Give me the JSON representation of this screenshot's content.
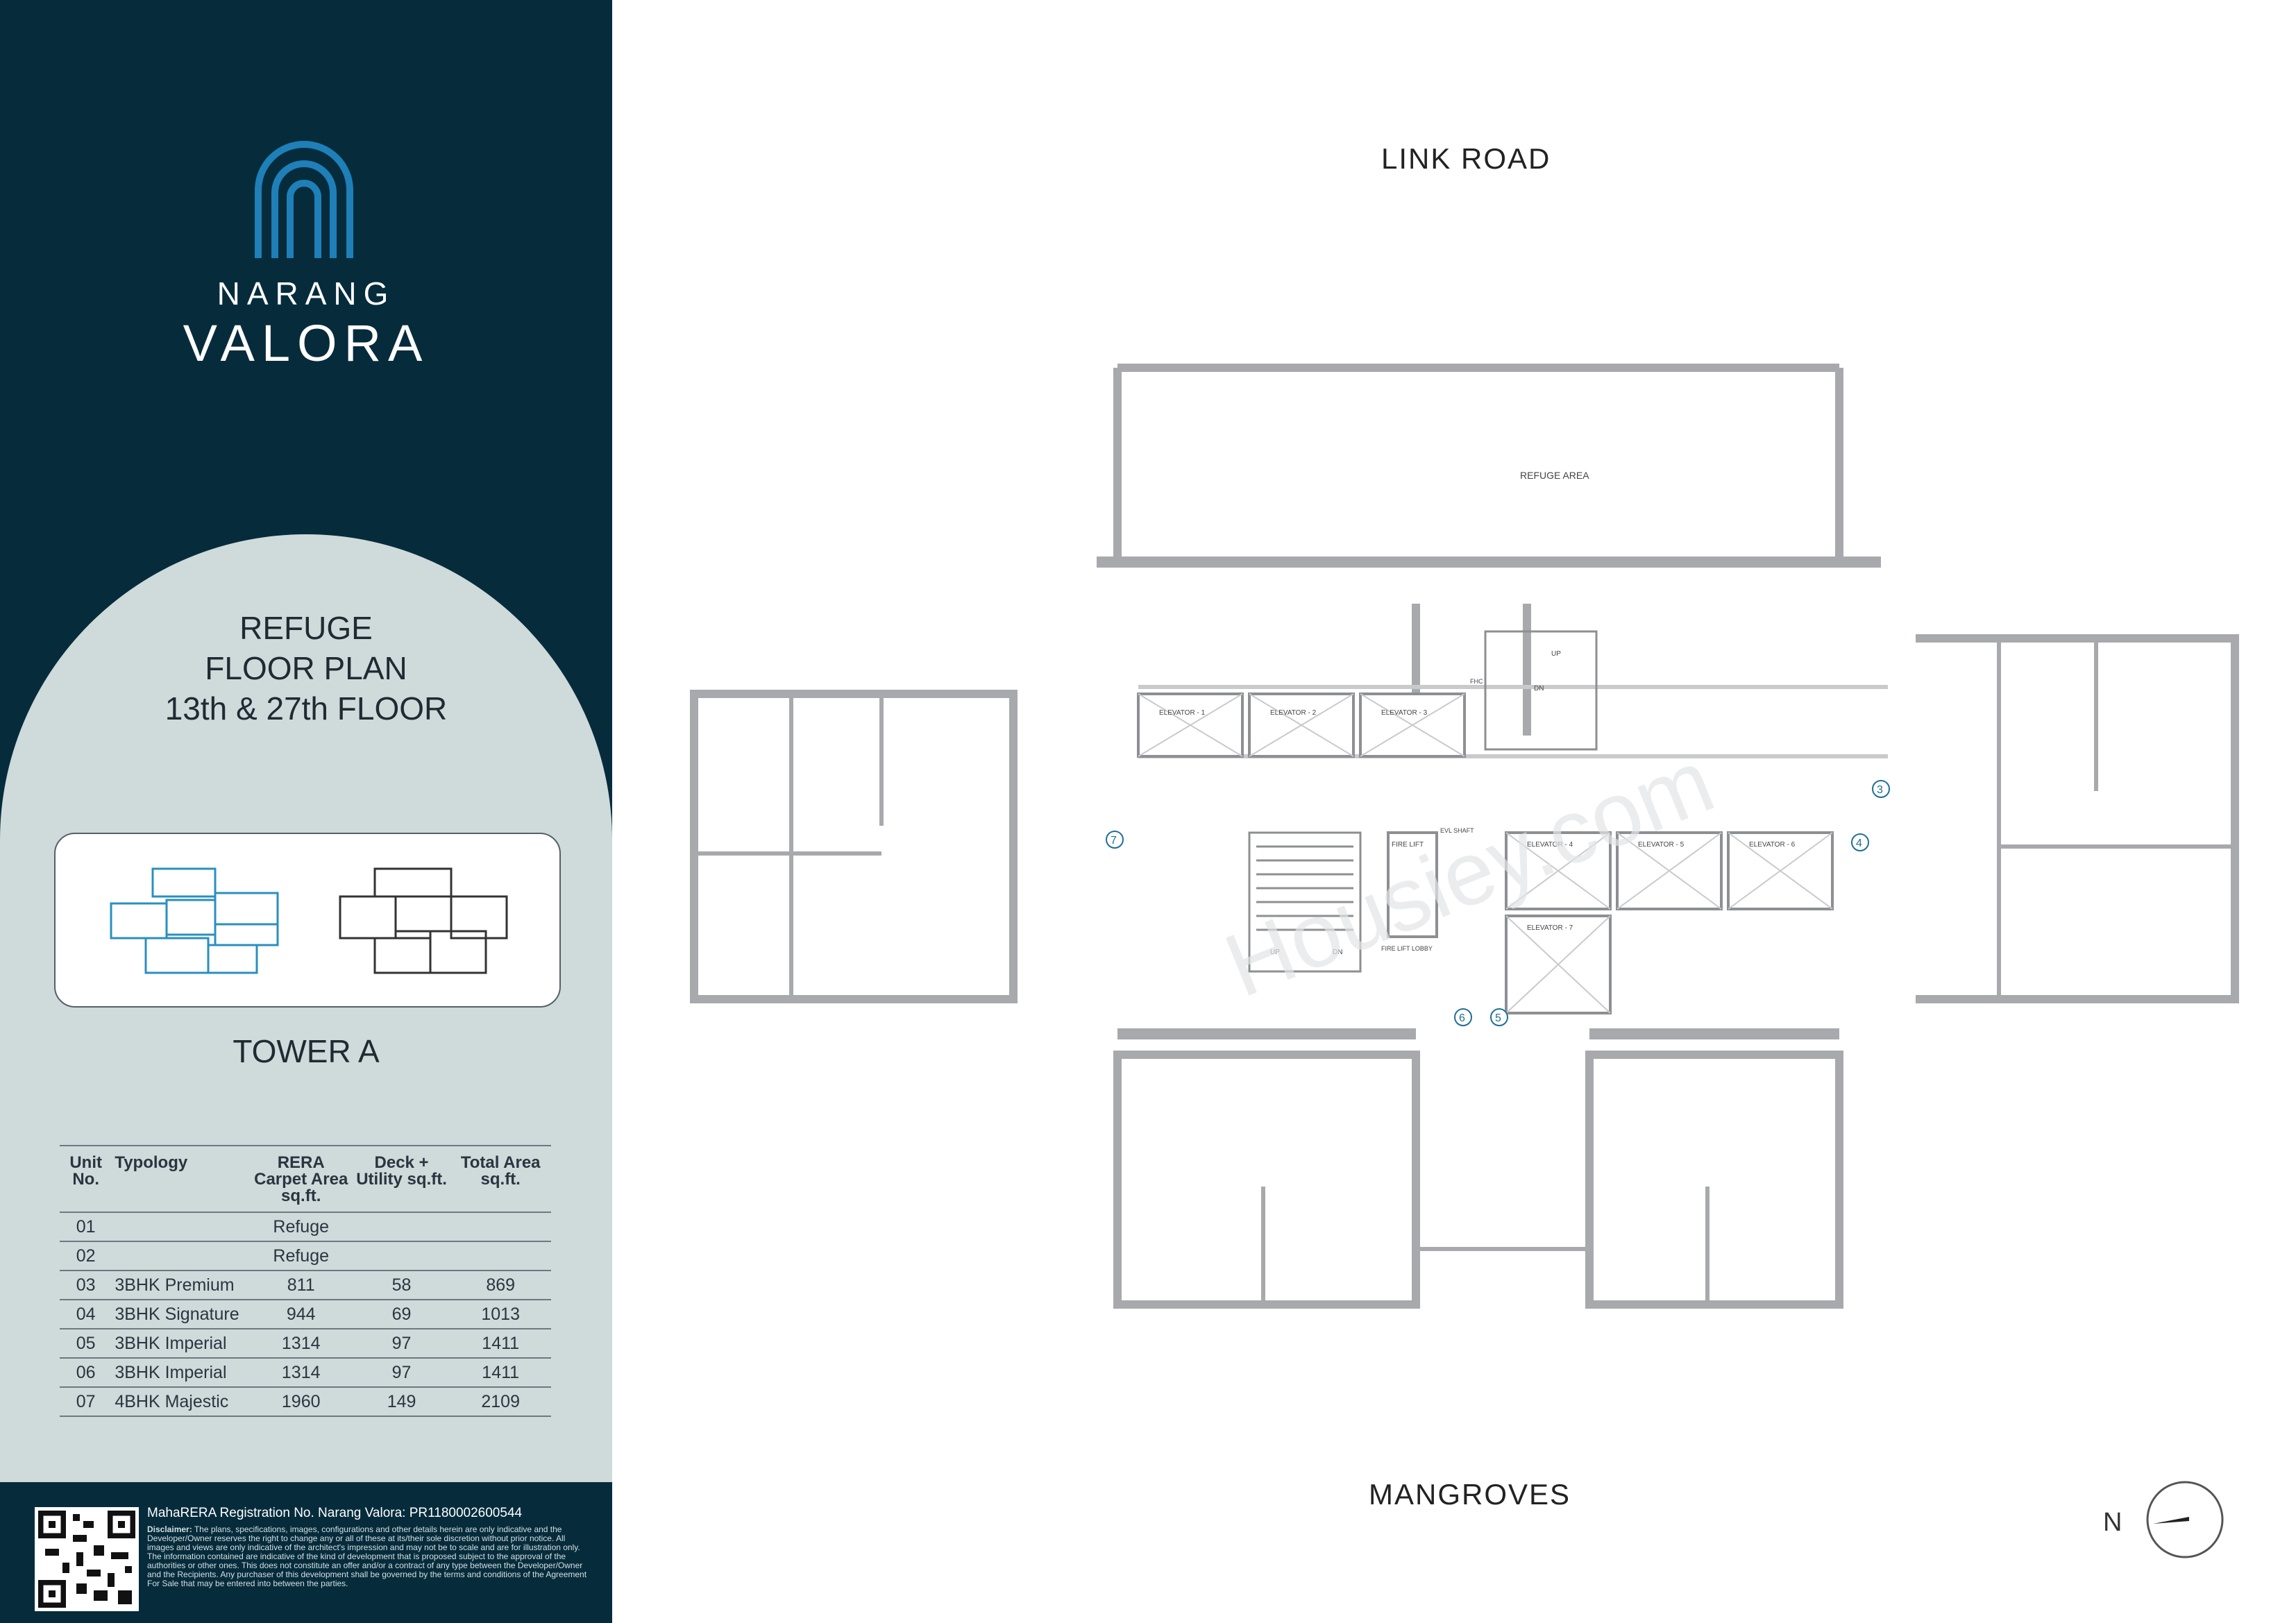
{
  "brand": {
    "line1": "NARANG",
    "line2": "VALORA"
  },
  "title": {
    "line1": "REFUGE",
    "line2": "FLOOR PLAN",
    "line3": "13th & 27th FLOOR"
  },
  "tower": "TOWER A",
  "table": {
    "headers": {
      "unit": "Unit No.",
      "typology": "Typology",
      "rera": "RERA Carpet Area sq.ft.",
      "deck": "Deck + Utility sq.ft.",
      "total": "Total Area sq.ft."
    },
    "rows": [
      {
        "unit": "01",
        "typology": "",
        "rera": "Refuge",
        "deck": "",
        "total": ""
      },
      {
        "unit": "02",
        "typology": "",
        "rera": "Refuge",
        "deck": "",
        "total": ""
      },
      {
        "unit": "03",
        "typology": "3BHK Premium",
        "rera": "811",
        "deck": "58",
        "total": "869"
      },
      {
        "unit": "04",
        "typology": "3BHK Signature",
        "rera": "944",
        "deck": "69",
        "total": "1013"
      },
      {
        "unit": "05",
        "typology": "3BHK Imperial",
        "rera": "1314",
        "deck": "97",
        "total": "1411"
      },
      {
        "unit": "06",
        "typology": "3BHK Imperial",
        "rera": "1314",
        "deck": "97",
        "total": "1411"
      },
      {
        "unit": "07",
        "typology": "4BHK Majestic",
        "rera": "1960",
        "deck": "149",
        "total": "2109"
      }
    ]
  },
  "footer": {
    "registration": "MahaRERA Registration No. Narang Valora: PR1180002600544",
    "disclaimer_label": "Disclaimer:",
    "disclaimer": "The plans, specifications, images, configurations and other details herein are only indicative and the Developer/Owner reserves the right to change any or all of these at its/their sole discretion without prior notice. All images and views are only indicative of the architect's impression and may not be to scale and are for illustration only. The information contained are indicative of the kind of development that is proposed subject to the approval of the authorities or other ones. This does not constitute an offer and/or a contract of any type between the Developer/Owner and the Recipients. Any purchaser of this development shall be governed by the terms and conditions of the Agreement For Sale that may be entered into between the parties."
  },
  "plan": {
    "road_top": "LINK ROAD",
    "road_bottom": "MANGROVES",
    "refuge_label": "REFUGE AREA",
    "elevators_top": [
      "ELEVATOR - 1",
      "ELEVATOR - 2",
      "ELEVATOR - 3"
    ],
    "elevators_right": [
      "ELEVATOR - 4",
      "ELEVATOR - 5",
      "ELEVATOR - 6"
    ],
    "elevator_7": "ELEVATOR - 7",
    "fire_lift": "FIRE LIFT",
    "fire_lift_lobby": "FIRE LIFT LOBBY",
    "up": "UP",
    "dn": "DN",
    "stair_up": "UP",
    "stair_dn": "DN",
    "fhc": "FHC",
    "evl_shaft": "EVL SHAFT",
    "unit_markers": [
      "3",
      "4",
      "5",
      "6",
      "7"
    ],
    "watermark": "Housiey.com",
    "compass_label": "N"
  },
  "colors": {
    "navy": "#062c3c",
    "arch": "#cfdadb",
    "wall": "#a7a9ac",
    "logo_blue": "#1f7fb8"
  }
}
